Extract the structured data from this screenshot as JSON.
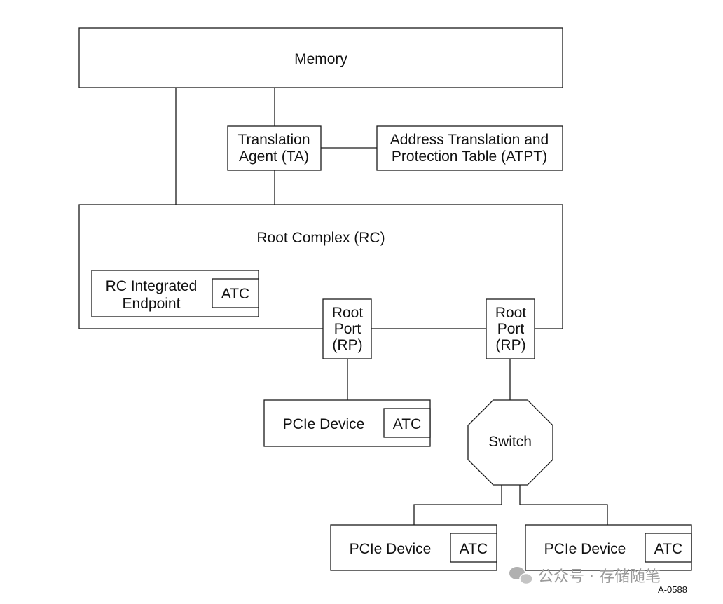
{
  "memory": {
    "label": "Memory"
  },
  "translation_agent": {
    "line1": "Translation",
    "line2": "Agent (TA)"
  },
  "atpt": {
    "line1": "Address Translation and",
    "line2": "Protection Table (ATPT)"
  },
  "root_complex": {
    "label": "Root Complex (RC)"
  },
  "rc_integrated_endpoint": {
    "line1": "RC Integrated",
    "line2": "Endpoint",
    "atc": "ATC"
  },
  "root_port_left": {
    "line1": "Root",
    "line2": "Port",
    "line3": "(RP)"
  },
  "root_port_right": {
    "line1": "Root",
    "line2": "Port",
    "line3": "(RP)"
  },
  "pcie_device_upper": {
    "label": "PCIe Device",
    "atc": "ATC"
  },
  "switch": {
    "label": "Switch"
  },
  "pcie_device_bottom_left": {
    "label": "PCIe Device",
    "atc": "ATC"
  },
  "pcie_device_bottom_right": {
    "label": "PCIe Device",
    "atc": "ATC"
  },
  "figure_id": "A-0588",
  "watermark": {
    "text": "公众号 · 存储随笔"
  }
}
